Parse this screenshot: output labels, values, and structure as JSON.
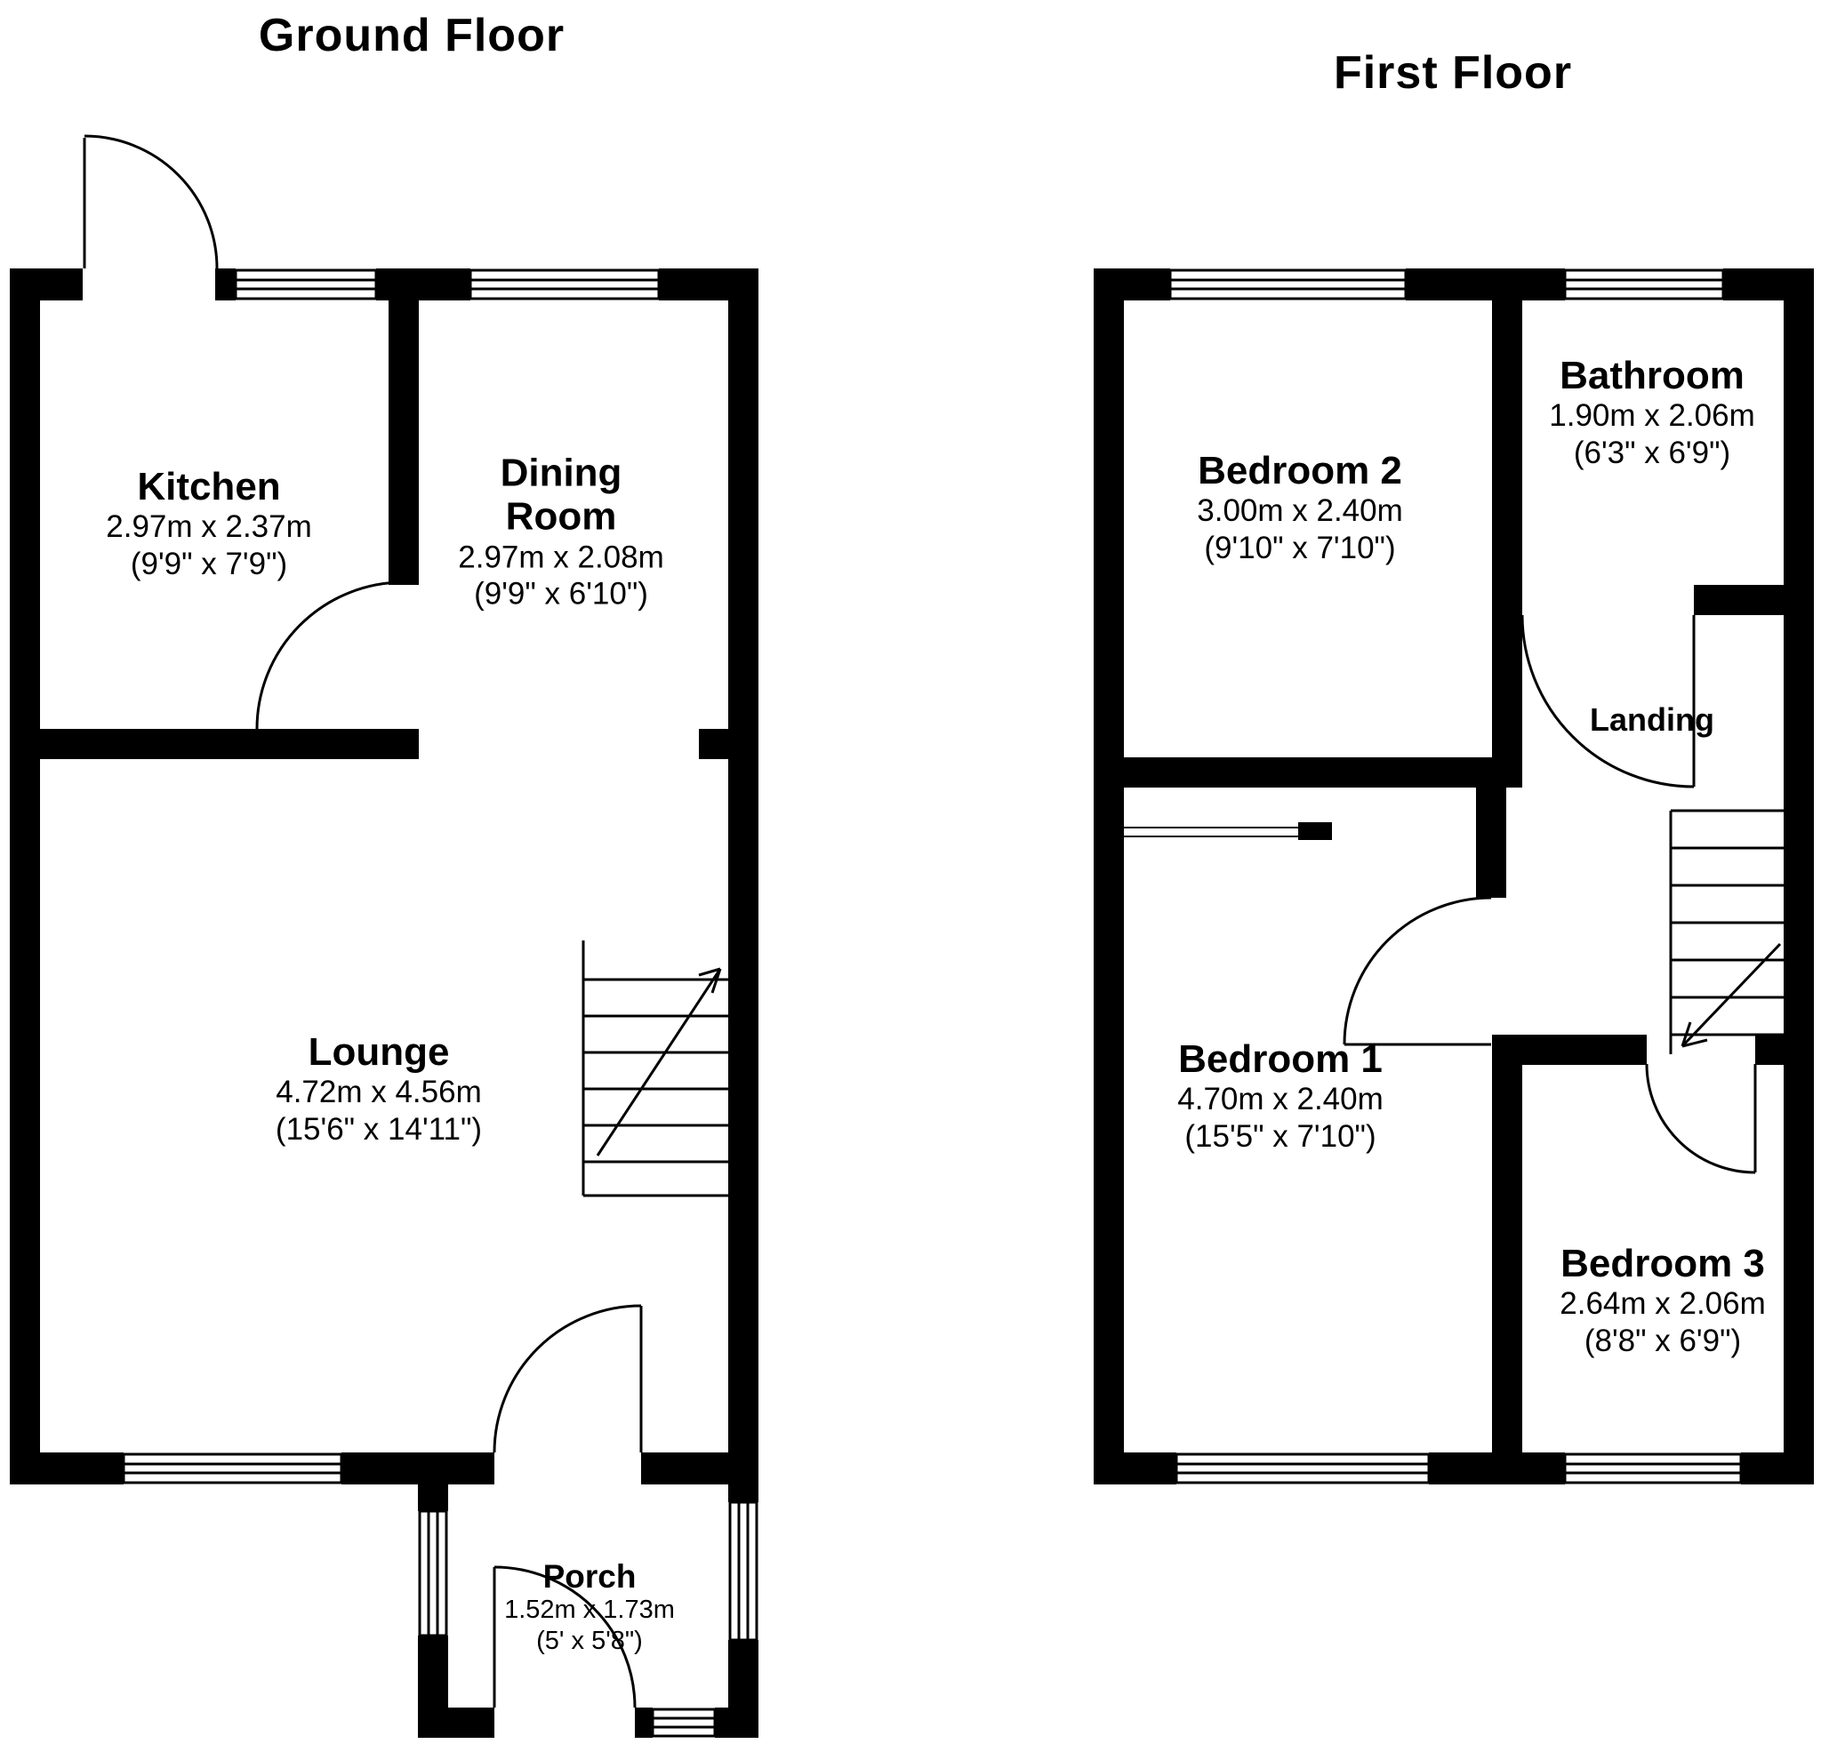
{
  "palette": {
    "background": "#ffffff",
    "walls": "#000000",
    "text": "#000000"
  },
  "floors": [
    {
      "title": "Ground Floor",
      "rooms": [
        {
          "name": "Kitchen",
          "metric": "2.97m x 2.37m",
          "imperial": "(9'9\" x 7'9\")"
        },
        {
          "name": "Dining Room",
          "metric": "2.97m x 2.08m",
          "imperial": "(9'9\" x 6'10\")"
        },
        {
          "name": "Lounge",
          "metric": "4.72m x 4.56m",
          "imperial": "(15'6\" x 14'11\")"
        },
        {
          "name": "Porch",
          "metric": "1.52m x 1.73m",
          "imperial": "(5' x 5'8\")"
        }
      ]
    },
    {
      "title": "First Floor",
      "rooms": [
        {
          "name": "Bedroom 2",
          "metric": "3.00m x 2.40m",
          "imperial": "(9'10\" x 7'10\")"
        },
        {
          "name": "Bathroom",
          "metric": "1.90m x 2.06m",
          "imperial": "(6'3\" x 6'9\")"
        },
        {
          "name": "Landing"
        },
        {
          "name": "Bedroom 1",
          "metric": "4.70m x 2.40m",
          "imperial": "(15'5\" x 7'10\")"
        },
        {
          "name": "Bedroom 3",
          "metric": "2.64m x 2.06m",
          "imperial": "(8'8\" x 6'9\")"
        }
      ]
    }
  ]
}
